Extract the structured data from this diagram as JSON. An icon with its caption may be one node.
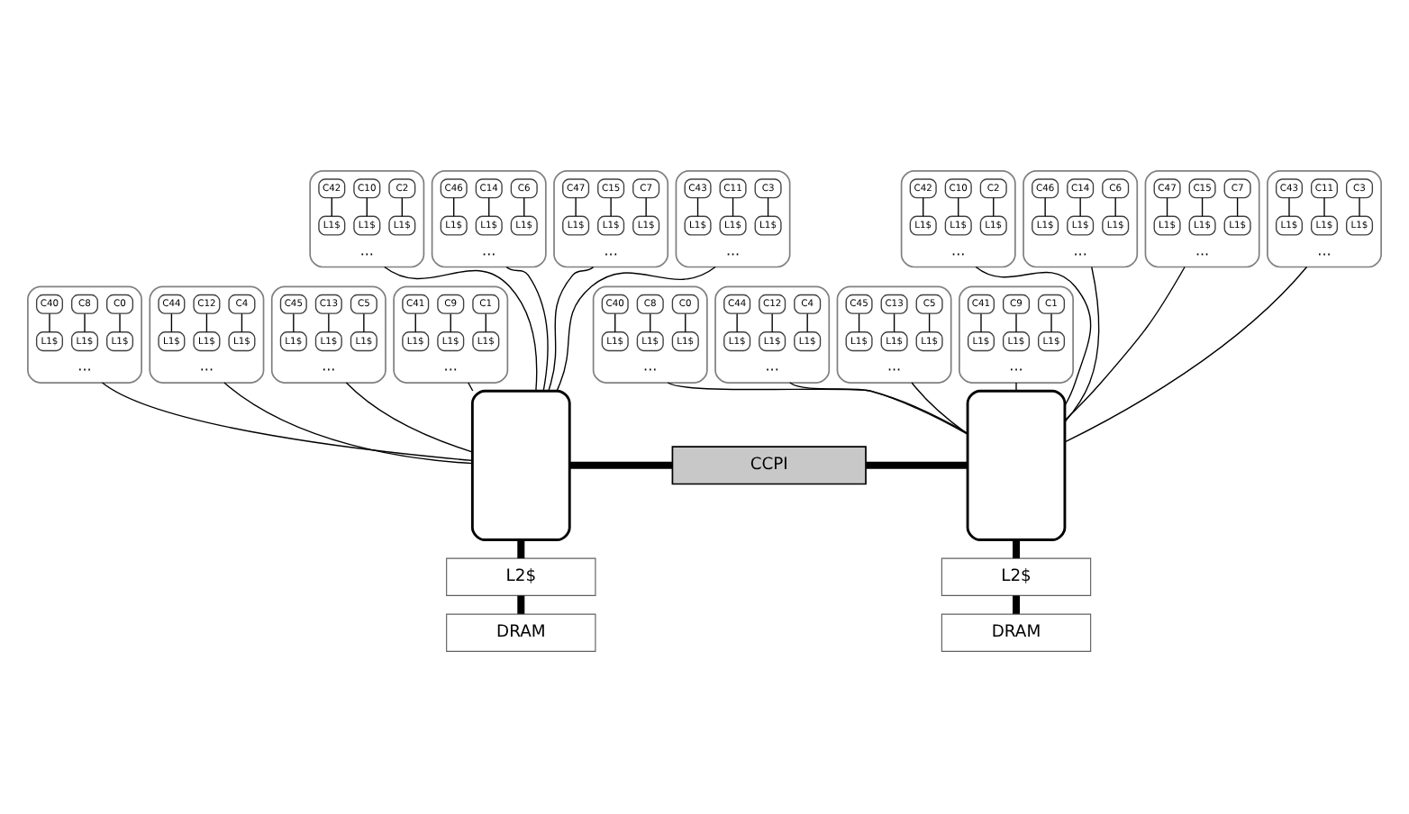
{
  "diagram": {
    "nodes": [
      {
        "text": [
          "···"
        ]
      },
      {
        "text": [
          "C0"
        ],
        "in": 0
      },
      {
        "text": [
          "L1$"
        ],
        "in": 0
      },
      {
        "text": [
          "C8"
        ],
        "in": 0
      },
      {
        "text": [
          "L1$"
        ],
        "in": 0
      },
      {
        "text": [
          "C40"
        ],
        "in": 0
      },
      {
        "text": [
          "L1$"
        ],
        "in": 0
      },
      {
        "text": [
          "···"
        ]
      },
      {
        "text": [
          "C4"
        ],
        "in": 7
      },
      {
        "text": [
          "L1$"
        ],
        "in": 7
      },
      {
        "text": [
          "C12"
        ],
        "in": 7
      },
      {
        "text": [
          "L1$"
        ],
        "in": 7
      },
      {
        "text": [
          "C44"
        ],
        "in": 7
      },
      {
        "text": [
          "L1$"
        ],
        "in": 7
      },
      {
        "text": [
          "···"
        ]
      },
      {
        "text": [
          "C5"
        ],
        "in": 14
      },
      {
        "text": [
          "L1$"
        ],
        "in": 14
      },
      {
        "text": [
          "C13"
        ],
        "in": 14
      },
      {
        "text": [
          "L1$"
        ],
        "in": 14
      },
      {
        "text": [
          "C45"
        ],
        "in": 14
      },
      {
        "text": [
          "L1$"
        ],
        "in": 14
      },
      {
        "text": [
          "···"
        ]
      },
      {
        "text": [
          "C1"
        ],
        "in": 21
      },
      {
        "text": [
          "L1$"
        ],
        "in": 21
      },
      {
        "text": [
          "C9"
        ],
        "in": 21
      },
      {
        "text": [
          "L1$"
        ],
        "in": 21
      },
      {
        "text": [
          "C41"
        ],
        "in": 21
      },
      {
        "text": [
          "L1$"
        ],
        "in": 21
      },
      {
        "text": [
          "···"
        ]
      },
      {
        "text": [
          "C2"
        ],
        "in": 28
      },
      {
        "text": [
          "L1$"
        ],
        "in": 28
      },
      {
        "text": [
          "C10"
        ],
        "in": 28
      },
      {
        "text": [
          "L1$"
        ],
        "in": 28
      },
      {
        "text": [
          "C42"
        ],
        "in": 28
      },
      {
        "text": [
          "L1$"
        ],
        "in": 28
      },
      {
        "text": [
          "···"
        ]
      },
      {
        "text": [
          "C6"
        ],
        "in": 35
      },
      {
        "text": [
          "L1$"
        ],
        "in": 35
      },
      {
        "text": [
          "C14"
        ],
        "in": 35
      },
      {
        "text": [
          "L1$"
        ],
        "in": 35
      },
      {
        "text": [
          "C46"
        ],
        "in": 35
      },
      {
        "text": [
          "L1$"
        ],
        "in": 35
      },
      {
        "text": [
          "···"
        ]
      },
      {
        "text": [
          "C7"
        ],
        "in": 42
      },
      {
        "text": [
          "L1$"
        ],
        "in": 42
      },
      {
        "text": [
          "C15"
        ],
        "in": 42
      },
      {
        "text": [
          "L1$"
        ],
        "in": 42
      },
      {
        "text": [
          "C47"
        ],
        "in": 42
      },
      {
        "text": [
          "L1$"
        ],
        "in": 42
      },
      {
        "text": [
          "···"
        ]
      },
      {
        "text": [
          "C3"
        ],
        "in": 49
      },
      {
        "text": [
          "L1$"
        ],
        "in": 49
      },
      {
        "text": [
          "C11"
        ],
        "in": 49
      },
      {
        "text": [
          "L1$"
        ],
        "in": 49
      },
      {
        "text": [
          "C43"
        ],
        "in": 49
      },
      {
        "text": [
          "L1$"
        ],
        "in": 49
      },
      {
        "text": [],
        "shape": "box"
      },
      {
        "text": [
          "L2$"
        ]
      },
      {
        "text": [
          "DRAM"
        ]
      },
      {
        "text": [
          "···"
        ]
      },
      {
        "text": [
          "C0"
        ],
        "in": 59
      },
      {
        "text": [
          "L1$"
        ],
        "in": 59
      },
      {
        "text": [
          "C8"
        ],
        "in": 59
      },
      {
        "text": [
          "L1$"
        ],
        "in": 59
      },
      {
        "text": [
          "C40"
        ],
        "in": 59
      },
      {
        "text": [
          "L1$"
        ],
        "in": 59
      },
      {
        "text": [
          "···"
        ]
      },
      {
        "text": [
          "C4"
        ],
        "in": 66
      },
      {
        "text": [
          "L1$"
        ],
        "in": 66
      },
      {
        "text": [
          "C12"
        ],
        "in": 66
      },
      {
        "text": [
          "L1$"
        ],
        "in": 66
      },
      {
        "text": [
          "C44"
        ],
        "in": 66
      },
      {
        "text": [
          "L1$"
        ],
        "in": 66
      },
      {
        "text": [
          "···"
        ]
      },
      {
        "text": [
          "C5"
        ],
        "in": 73
      },
      {
        "text": [
          "L1$"
        ],
        "in": 73
      },
      {
        "text": [
          "C13"
        ],
        "in": 73
      },
      {
        "text": [
          "L1$"
        ],
        "in": 73
      },
      {
        "text": [
          "C45"
        ],
        "in": 73
      },
      {
        "text": [
          "L1$"
        ],
        "in": 73
      },
      {
        "text": [
          "···"
        ]
      },
      {
        "text": [
          "C1"
        ],
        "in": 80
      },
      {
        "text": [
          "L1$"
        ],
        "in": 80
      },
      {
        "text": [
          "C9"
        ],
        "in": 80
      },
      {
        "text": [
          "L1$"
        ],
        "in": 80
      },
      {
        "text": [
          "C41"
        ],
        "in": 80
      },
      {
        "text": [
          "L1$"
        ],
        "in": 80
      },
      {
        "text": [
          "···"
        ]
      },
      {
        "text": [
          "C2"
        ],
        "in": 87
      },
      {
        "text": [
          "L1$"
        ],
        "in": 87
      },
      {
        "text": [
          "C10"
        ],
        "in": 87
      },
      {
        "text": [
          "L1$"
        ],
        "in": 87
      },
      {
        "text": [
          "C42"
        ],
        "in": 87
      },
      {
        "text": [
          "L1$"
        ],
        "in": 87
      },
      {
        "text": [
          "···"
        ]
      },
      {
        "text": [
          "C6"
        ],
        "in": 94
      },
      {
        "text": [
          "L1$"
        ],
        "in": 94
      },
      {
        "text": [
          "C14"
        ],
        "in": 94
      },
      {
        "text": [
          "L1$"
        ],
        "in": 94
      },
      {
        "text": [
          "C46"
        ],
        "in": 94
      },
      {
        "text": [
          "L1$"
        ],
        "in": 94
      },
      {
        "text": [
          "···"
        ]
      },
      {
        "text": [
          "C7"
        ],
        "in": 101
      },
      {
        "text": [
          "L1$"
        ],
        "in": 101
      },
      {
        "text": [
          "C15"
        ],
        "in": 101
      },
      {
        "text": [
          "L1$"
        ],
        "in": 101
      },
      {
        "text": [
          "C47"
        ],
        "in": 101
      },
      {
        "text": [
          "L1$"
        ],
        "in": 101
      },
      {
        "text": [
          "···"
        ]
      },
      {
        "text": [
          "C3"
        ],
        "in": 108
      },
      {
        "text": [
          "L1$"
        ],
        "in": 108
      },
      {
        "text": [
          "C11"
        ],
        "in": 108
      },
      {
        "text": [
          "L1$"
        ],
        "in": 108
      },
      {
        "text": [
          "C43"
        ],
        "in": 108
      },
      {
        "text": [
          "L1$"
        ],
        "in": 108
      },
      {
        "text": [],
        "shape": "box"
      },
      {
        "text": [
          "L2$"
        ]
      },
      {
        "text": [
          "DRAM"
        ]
      },
      {
        "text": [
          "CCPI"
        ]
      }
    ],
    "edges": [
      {
        "from": 1,
        "to": 2,
        "arrow": "none"
      },
      {
        "from": 3,
        "to": 4,
        "arrow": "none"
      },
      {
        "from": 5,
        "to": 6,
        "arrow": "none"
      },
      {
        "from": 8,
        "to": 9,
        "arrow": "none"
      },
      {
        "from": 10,
        "to": 11,
        "arrow": "none"
      },
      {
        "from": 12,
        "to": 13,
        "arrow": "none"
      },
      {
        "from": 15,
        "to": 16,
        "arrow": "none"
      },
      {
        "from": 17,
        "to": 18,
        "arrow": "none"
      },
      {
        "from": 19,
        "to": 20,
        "arrow": "none"
      },
      {
        "from": 22,
        "to": 23,
        "arrow": "none"
      },
      {
        "from": 24,
        "to": 25,
        "arrow": "none"
      },
      {
        "from": 26,
        "to": 27,
        "arrow": "none"
      },
      {
        "from": 29,
        "to": 30,
        "arrow": "none"
      },
      {
        "from": 31,
        "to": 32,
        "arrow": "none"
      },
      {
        "from": 33,
        "to": 34,
        "arrow": "none"
      },
      {
        "from": 36,
        "to": 37,
        "arrow": "none"
      },
      {
        "from": 38,
        "to": 39,
        "arrow": "none"
      },
      {
        "from": 40,
        "to": 41,
        "arrow": "none"
      },
      {
        "from": 43,
        "to": 44,
        "arrow": "none"
      },
      {
        "from": 45,
        "to": 46,
        "arrow": "none"
      },
      {
        "from": 47,
        "to": 48,
        "arrow": "none"
      },
      {
        "from": 50,
        "to": 51,
        "arrow": "none"
      },
      {
        "from": 52,
        "to": 53,
        "arrow": "none"
      },
      {
        "from": 54,
        "to": 55,
        "arrow": "none"
      },
      {
        "from": 0,
        "to": 56,
        "arrow": "none"
      },
      {
        "from": 7,
        "to": 56,
        "arrow": "none"
      },
      {
        "from": 14,
        "to": 56,
        "arrow": "none"
      },
      {
        "from": 21,
        "to": 56,
        "arrow": "none"
      },
      {
        "from": 28,
        "to": 56,
        "arrow": "none"
      },
      {
        "from": 35,
        "to": 56,
        "arrow": "none"
      },
      {
        "from": 42,
        "to": 56,
        "arrow": "none"
      },
      {
        "from": 49,
        "to": 56,
        "arrow": "none"
      },
      {
        "from": 56,
        "to": 57,
        "arrow": "none",
        "style": "thick"
      },
      {
        "from": 57,
        "to": 58,
        "arrow": "none",
        "style": "thick"
      },
      {
        "from": 60,
        "to": 61,
        "arrow": "none"
      },
      {
        "from": 62,
        "to": 63,
        "arrow": "none"
      },
      {
        "from": 64,
        "to": 65,
        "arrow": "none"
      },
      {
        "from": 67,
        "to": 68,
        "arrow": "none"
      },
      {
        "from": 69,
        "to": 70,
        "arrow": "none"
      },
      {
        "from": 71,
        "to": 72,
        "arrow": "none"
      },
      {
        "from": 74,
        "to": 75,
        "arrow": "none"
      },
      {
        "from": 76,
        "to": 77,
        "arrow": "none"
      },
      {
        "from": 78,
        "to": 79,
        "arrow": "none"
      },
      {
        "from": 81,
        "to": 82,
        "arrow": "none"
      },
      {
        "from": 83,
        "to": 84,
        "arrow": "none"
      },
      {
        "from": 85,
        "to": 86,
        "arrow": "none"
      },
      {
        "from": 88,
        "to": 89,
        "arrow": "none"
      },
      {
        "from": 90,
        "to": 91,
        "arrow": "none"
      },
      {
        "from": 92,
        "to": 93,
        "arrow": "none"
      },
      {
        "from": 95,
        "to": 96,
        "arrow": "none"
      },
      {
        "from": 97,
        "to": 98,
        "arrow": "none"
      },
      {
        "from": 99,
        "to": 100,
        "arrow": "none"
      },
      {
        "from": 102,
        "to": 103,
        "arrow": "none"
      },
      {
        "from": 104,
        "to": 105,
        "arrow": "none"
      },
      {
        "from": 106,
        "to": 107,
        "arrow": "none"
      },
      {
        "from": 109,
        "to": 110,
        "arrow": "none"
      },
      {
        "from": 111,
        "to": 112,
        "arrow": "none"
      },
      {
        "from": 113,
        "to": 114,
        "arrow": "none"
      },
      {
        "from": 59,
        "to": 115,
        "arrow": "none"
      },
      {
        "from": 66,
        "to": 115,
        "arrow": "none"
      },
      {
        "from": 73,
        "to": 115,
        "arrow": "none"
      },
      {
        "from": 80,
        "to": 115,
        "arrow": "none"
      },
      {
        "from": 87,
        "to": 115,
        "arrow": "none"
      },
      {
        "from": 94,
        "to": 115,
        "arrow": "none"
      },
      {
        "from": 101,
        "to": 115,
        "arrow": "none"
      },
      {
        "from": 108,
        "to": 115,
        "arrow": "none"
      },
      {
        "from": 115,
        "to": 116,
        "arrow": "none",
        "style": "thick"
      },
      {
        "from": 116,
        "to": 117,
        "arrow": "none",
        "style": "thick"
      },
      {
        "from": 56,
        "to": 118,
        "arrow": "none",
        "style": "thick"
      },
      {
        "from": 118,
        "to": 115,
        "arrow": "none",
        "style": "thick"
      }
    ]
  }
}
